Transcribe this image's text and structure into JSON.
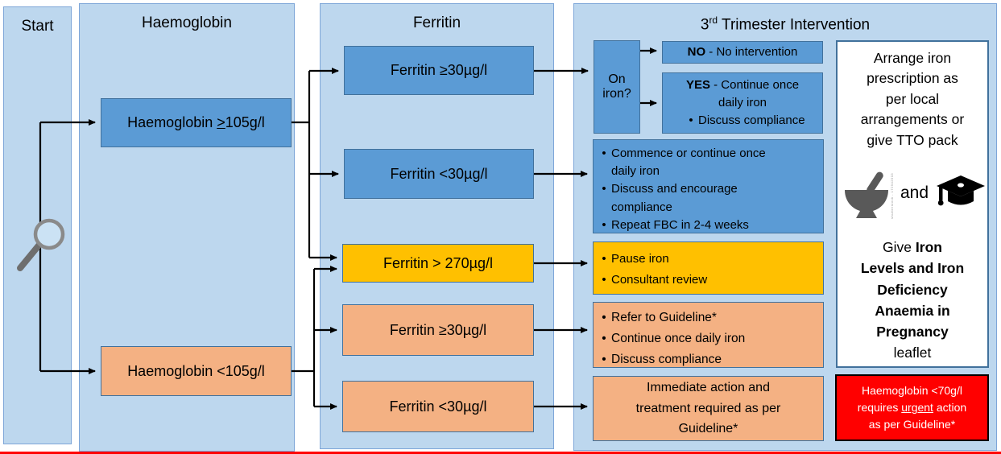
{
  "colors": {
    "panel_bg": "#BDD7EE",
    "panel_border": "#7EA6D8",
    "blue_box": "#5B9BD5",
    "box_border": "#41719C",
    "orange_box": "#F4B183",
    "yellow_box": "#FFC000",
    "red_box": "#FF0000",
    "white_box": "#FFFFFF",
    "arrow": "#000000"
  },
  "start": {
    "title": "Start",
    "icon": "magnifier-icon"
  },
  "haemoglobin": {
    "title": "Haemoglobin",
    "high": {
      "pre": "Haemoglobin ",
      "symbol": ">",
      "post": "105g/l"
    },
    "low": "Haemoglobin <105g/l"
  },
  "ferritin": {
    "title": "Ferritin",
    "high_blue": "Ferritin ≥30µg/l",
    "low_blue": "Ferritin <30µg/l",
    "overload": "Ferritin > 270µg/l",
    "high_orange": "Ferritin ≥30µg/l",
    "low_orange": "Ferritin <30µg/l"
  },
  "intervention": {
    "title": {
      "pre": "3",
      "sup": "rd",
      "post": " Trimester Intervention"
    },
    "on_iron": "On\niron?",
    "no_box": {
      "bold": "NO",
      "rest": " - No intervention"
    },
    "yes_box": {
      "bold": "YES",
      "rest": " - Continue once\ndaily iron",
      "bullet": "Discuss compliance"
    },
    "commence": {
      "items": [
        "Commence or continue once\ndaily iron",
        "Discuss and encourage\ncompliance",
        "Repeat FBC in 2-4 weeks"
      ]
    },
    "pause": {
      "items": [
        "Pause iron",
        "Consultant review"
      ]
    },
    "refer": {
      "items": [
        "Refer to Guideline*",
        "Continue once daily iron",
        "Discuss compliance"
      ]
    },
    "immediate": "Immediate action and\ntreatment required as per\nGuideline*",
    "arrange": {
      "text": "Arrange iron\nprescription as\nper local\narrangements or\ngive TTO pack",
      "and_label": "and",
      "watermark": "shutterstock - 172942503",
      "icons": [
        "mortar-pestle-icon",
        "graduation-cap-icon"
      ],
      "leaflet": {
        "pre": "Give ",
        "bold": "Iron\nLevels and Iron\nDeficiency\nAnaemia in\nPregnancy",
        "post": "\nleaflet"
      }
    },
    "urgent": {
      "part1": "Haemoglobin <70g/l\nrequires ",
      "underlined": "urgent",
      "part2": " action\nas per Guideline*"
    }
  }
}
